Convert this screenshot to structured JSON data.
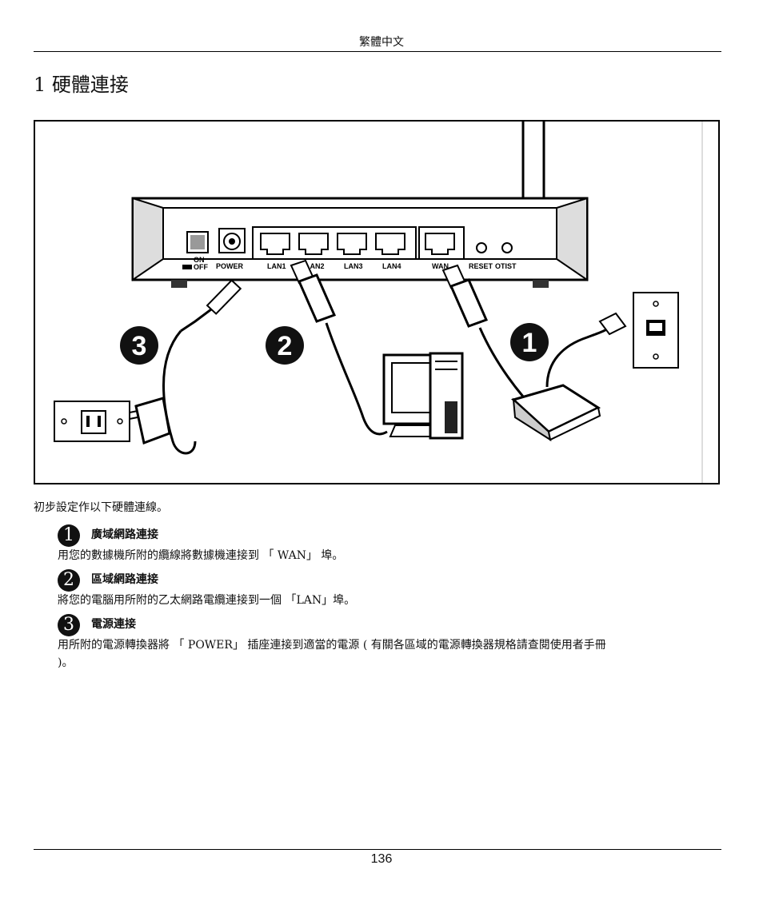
{
  "header": {
    "label": "繁體中文"
  },
  "section": {
    "number": "1",
    "title": "硬體連接"
  },
  "figure": {
    "switch_labels": [
      "ON",
      "OFF"
    ],
    "port_labels": [
      "POWER",
      "LAN1",
      "LAN2",
      "LAN3",
      "LAN4",
      "WAN",
      "RESET",
      "OTIST"
    ],
    "callouts": [
      "3",
      "2",
      "1"
    ]
  },
  "intro": "初步設定作以下硬體連線。",
  "steps": [
    {
      "number": "1",
      "title": "廣域網路連接",
      "body": "用您的數據機所附的纜線將數據機連接到 「 WAN」 埠。"
    },
    {
      "number": "2",
      "title": "區域網路連接",
      "body": "將您的電腦用所附的乙太網路電纜連接到一個 「LAN」埠。"
    },
    {
      "number": "3",
      "title": "電源連接",
      "body": "用所附的電源轉換器將 「 POWER」 插座連接到適當的電源 ( 有關各區域的電源轉換器規格請查閱使用者手冊",
      "body_continued": ")。"
    }
  ],
  "footer": {
    "page_number": "136"
  }
}
